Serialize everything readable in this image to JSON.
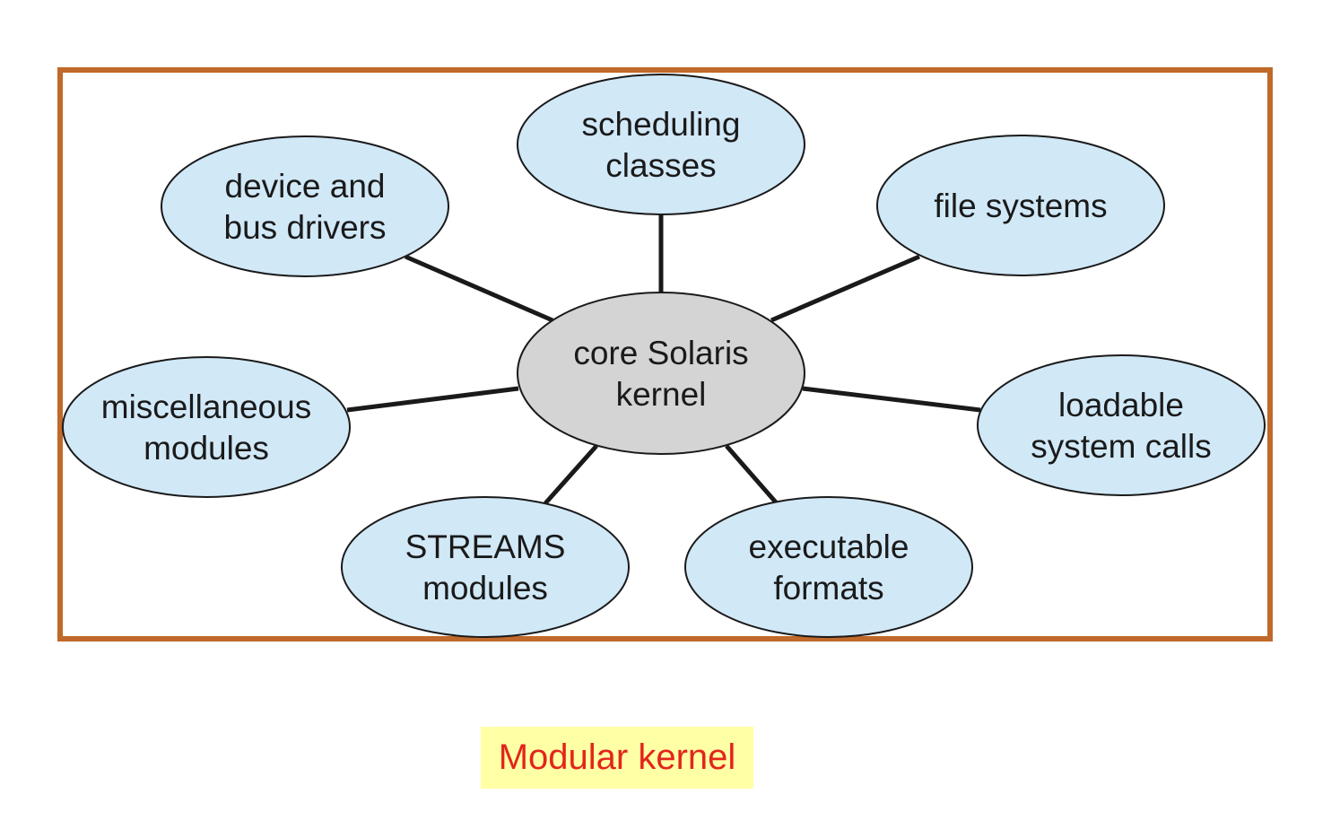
{
  "colors": {
    "frame": "#c0692a",
    "module_fill": "#d1e8f7",
    "core_fill": "#d4d4d4",
    "outline": "#1a1a1a",
    "caption_bg": "#ffffa6",
    "caption_text": "#e2261b"
  },
  "core": {
    "lines": [
      "core Solaris",
      "kernel"
    ]
  },
  "modules": [
    {
      "id": "scheduling-classes",
      "lines": [
        "scheduling",
        "classes"
      ]
    },
    {
      "id": "device-and-bus-drivers",
      "lines": [
        "device and",
        "bus drivers"
      ]
    },
    {
      "id": "file-systems",
      "lines": [
        "file systems"
      ]
    },
    {
      "id": "miscellaneous-modules",
      "lines": [
        "miscellaneous",
        "modules"
      ]
    },
    {
      "id": "loadable-system-calls",
      "lines": [
        "loadable",
        "system calls"
      ]
    },
    {
      "id": "streams-modules",
      "lines": [
        "STREAMS",
        "modules"
      ]
    },
    {
      "id": "executable-formats",
      "lines": [
        "executable",
        "formats"
      ]
    }
  ],
  "caption": "Modular kernel"
}
